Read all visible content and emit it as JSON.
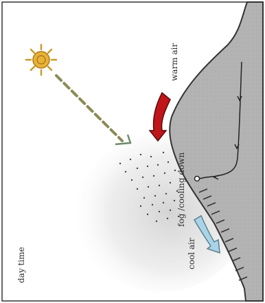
{
  "labels": {
    "warm_air": "warm air",
    "fog": "fog /cooling down",
    "cool_air": "cool air",
    "day_time": "day time"
  },
  "colors": {
    "warm_arrow": "#c0161b",
    "cool_arrow": "#a9d4e8",
    "sun": "#e6b33a",
    "sun_ray": "#8a8a55",
    "mountain": "#b5b5b5",
    "fog": "#cfcfcf"
  },
  "icons": {
    "sun": "sun-icon",
    "warm": "warm-air-arrow-icon",
    "cool": "cool-air-arrow-icon"
  }
}
